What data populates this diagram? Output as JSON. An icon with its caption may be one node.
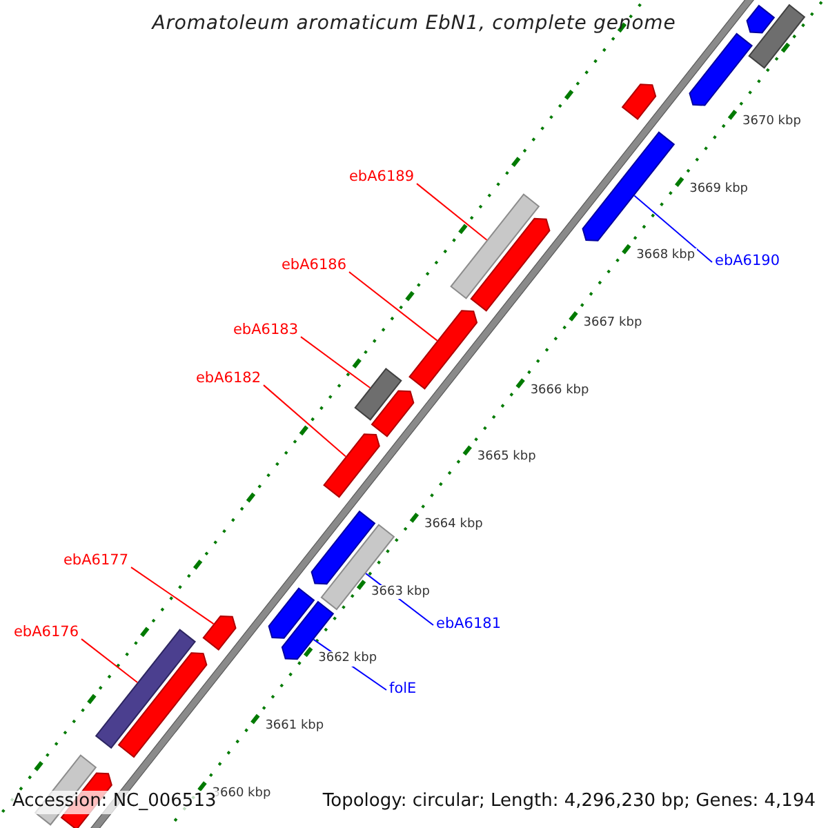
{
  "diagram": {
    "title": "Aromatoleum aromaticum EbN1, complete genome",
    "nodes": [
      {
        "text": [
          "ebA6189"
        ]
      },
      {
        "text": [],
        "shape": "bar"
      },
      {
        "text": [
          "ebA6186"
        ]
      },
      {
        "text": [],
        "shape": "bar"
      },
      {
        "text": [
          "ebA6183"
        ]
      },
      {
        "text": [],
        "shape": "bar"
      },
      {
        "text": [
          "ebA6182"
        ]
      },
      {
        "text": [],
        "shape": "bar"
      },
      {
        "text": [
          "ebA6177"
        ]
      },
      {
        "text": [],
        "shape": "bar"
      },
      {
        "text": [
          "ebA6176"
        ]
      },
      {
        "text": [],
        "shape": "bar"
      },
      {
        "text": [
          "ebA6190"
        ]
      },
      {
        "text": [],
        "shape": "bar"
      },
      {
        "text": [
          "ebA6181"
        ]
      },
      {
        "text": [],
        "shape": "bar"
      },
      {
        "text": [
          "folE"
        ]
      },
      {
        "text": [],
        "shape": "bar"
      },
      {
        "text": [],
        "shape": "bar"
      },
      {
        "text": [],
        "shape": "bar"
      },
      {
        "text": [],
        "shape": "bar"
      },
      {
        "text": [],
        "shape": "bar"
      },
      {
        "text": [],
        "shape": "bar"
      },
      {
        "text": [],
        "shape": "bar"
      },
      {
        "text": [],
        "shape": "bar"
      },
      {
        "text": [],
        "shape": "bar"
      },
      {
        "text": [],
        "shape": "bar"
      },
      {
        "text": [],
        "shape": "bar"
      },
      {
        "text": [],
        "shape": "bar"
      }
    ],
    "edges": [
      {
        "from": 0,
        "to": 1,
        "arrow": "none"
      },
      {
        "from": 2,
        "to": 3,
        "arrow": "none"
      },
      {
        "from": 4,
        "to": 5,
        "arrow": "none"
      },
      {
        "from": 6,
        "to": 7,
        "arrow": "none"
      },
      {
        "from": 8,
        "to": 9,
        "arrow": "none"
      },
      {
        "from": 10,
        "to": 11,
        "arrow": "none"
      },
      {
        "from": 12,
        "to": 13,
        "arrow": "none",
        "color": "#0000ff"
      },
      {
        "from": 14,
        "to": 15,
        "arrow": "none",
        "color": "#0000ff"
      },
      {
        "from": 16,
        "to": 17,
        "arrow": "none",
        "color": "#0000ff"
      }
    ],
    "labels": [
      "3670 kbp",
      "3669 kbp",
      "3668 kbp",
      "3667 kbp",
      "3666 kbp",
      "3665 kbp",
      "3664 kbp",
      "3663 kbp",
      "3662 kbp",
      "3661 kbp",
      "3660 kbp",
      "Accession: NC_006513",
      "Topology: circular; Length: 4,296,230 bp; Genes: 4,194"
    ]
  }
}
